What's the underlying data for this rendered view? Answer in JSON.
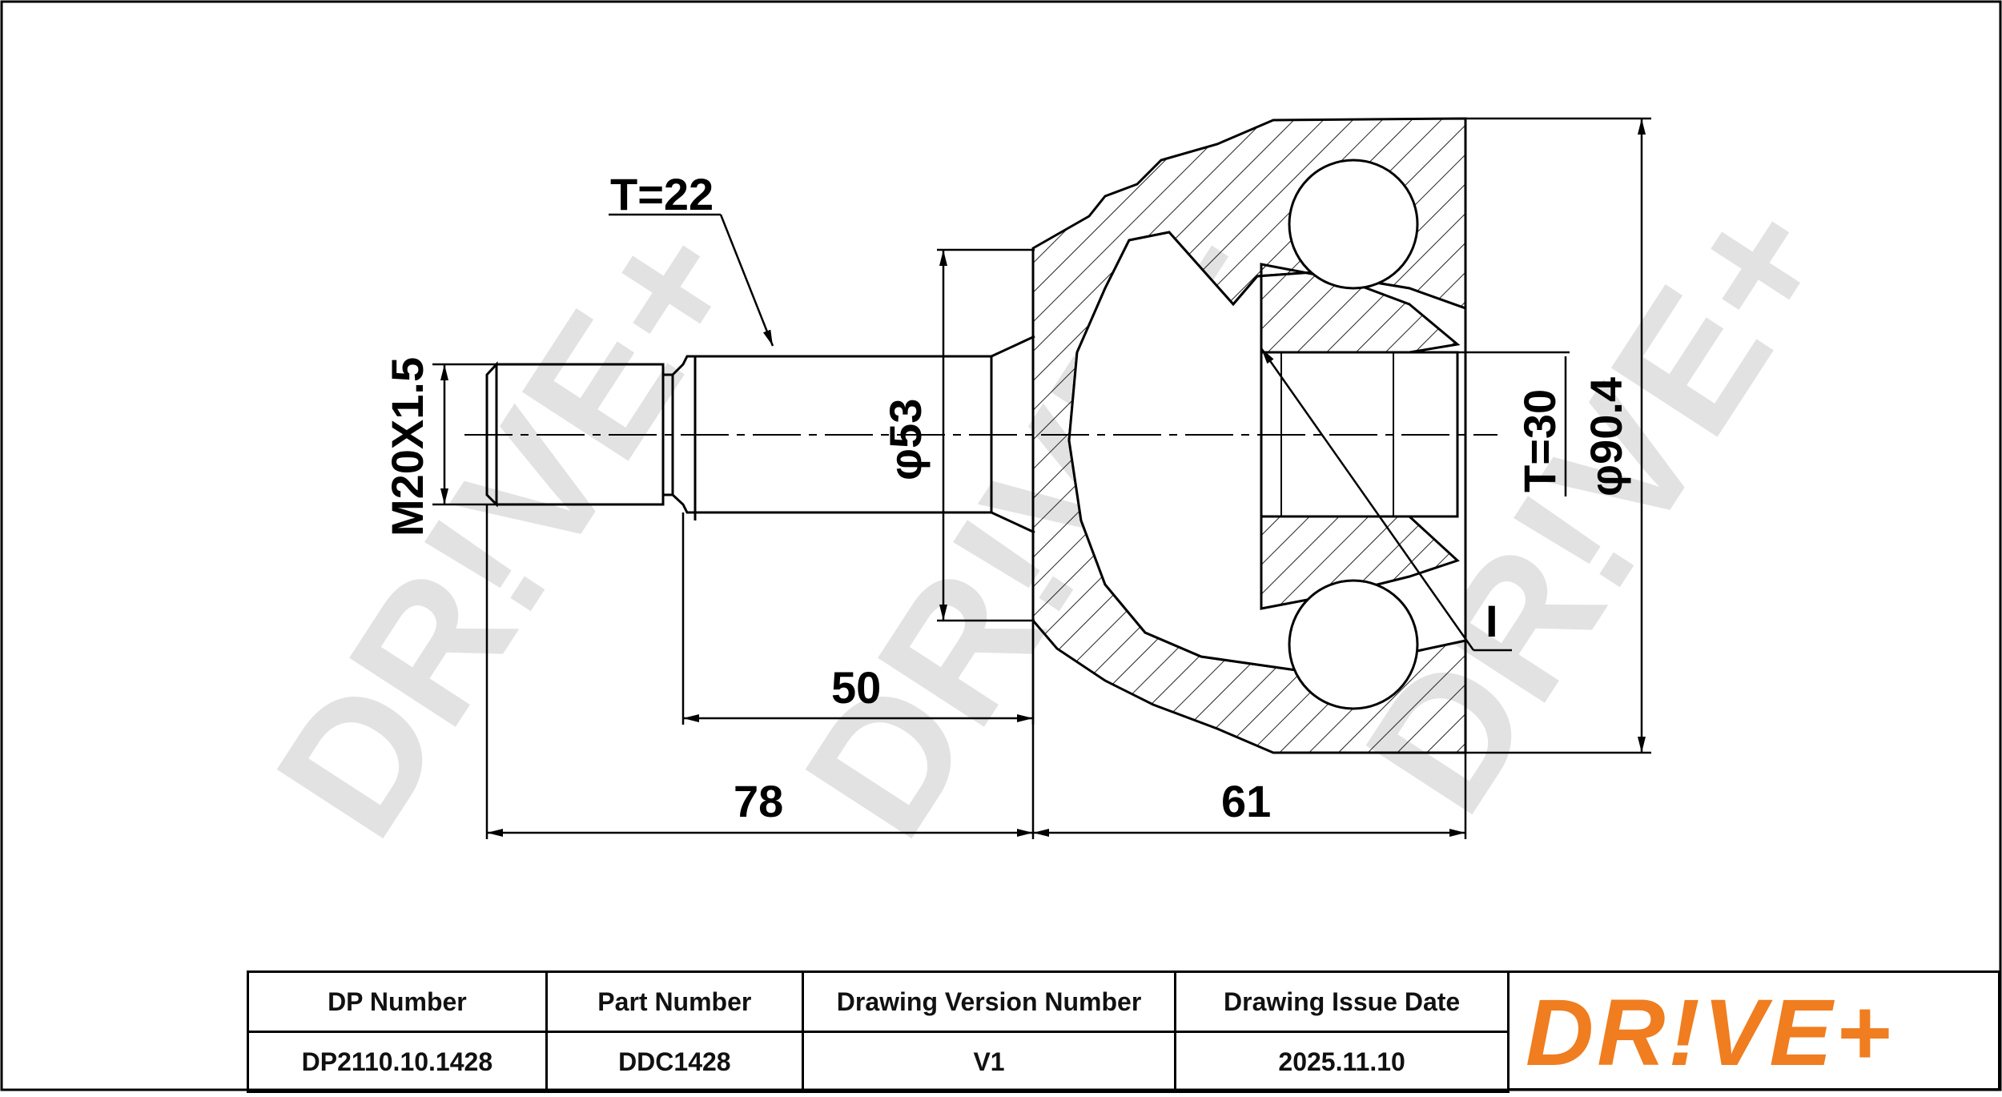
{
  "dimensions": {
    "t_top": "T=22",
    "thread": "M20X1.5",
    "shaft_diameter": "φ53",
    "length_50": "50",
    "length_78": "78",
    "length_61": "61",
    "t_side": "T=30",
    "outer_diameter": "φ90.4",
    "marker": "I"
  },
  "title_block": {
    "headers": [
      "DP Number",
      "Part Number",
      "Drawing Version Number",
      "Drawing Issue Date"
    ],
    "values": [
      "DP2110.10.1428",
      "DDC1428",
      "V1",
      "2025.11.10"
    ]
  },
  "brand": {
    "logo_text": "DR!VE+",
    "logo_color": "#f07d1f",
    "watermark_text": "DR!VE+",
    "watermark_color": "#e2e2e2"
  }
}
